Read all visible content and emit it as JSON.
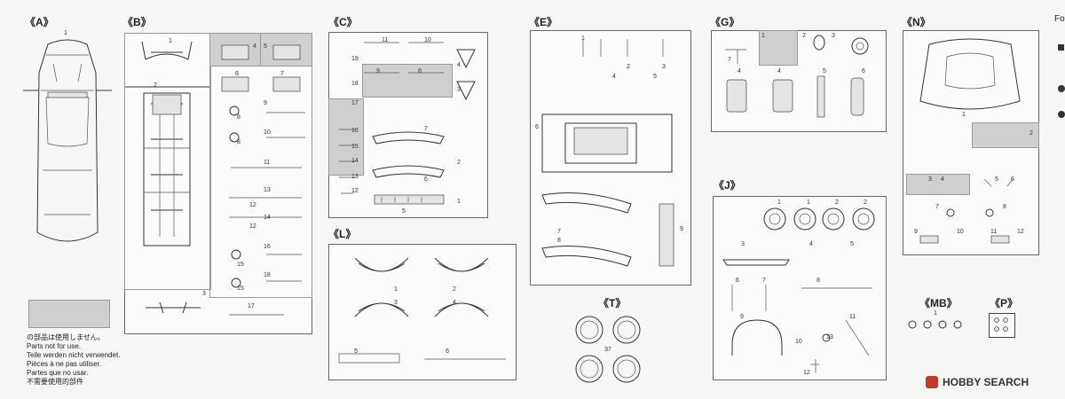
{
  "groups": {
    "A": {
      "label": "《A》",
      "parts": [
        "1"
      ]
    },
    "B": {
      "label": "《B》",
      "parts": [
        "1",
        "2",
        "3",
        "4",
        "5",
        "6",
        "7",
        "8",
        "8",
        "9",
        "10",
        "11",
        "12",
        "12",
        "13",
        "14",
        "15",
        "15",
        "16",
        "17",
        "18"
      ]
    },
    "C": {
      "label": "《C》",
      "parts": [
        "1",
        "2",
        "3",
        "4",
        "5",
        "6",
        "7",
        "8",
        "9",
        "10",
        "11",
        "12",
        "13",
        "14",
        "15",
        "16",
        "17",
        "18",
        "19"
      ]
    },
    "E": {
      "label": "《E》",
      "parts": [
        "1",
        "2",
        "3",
        "4",
        "5",
        "6",
        "7",
        "8",
        "9"
      ]
    },
    "G": {
      "label": "《G》",
      "parts": [
        "1",
        "2",
        "3",
        "4",
        "4",
        "5",
        "6",
        "7"
      ]
    },
    "N": {
      "label": "《N》",
      "parts": [
        "1",
        "2",
        "3",
        "4",
        "5",
        "6",
        "7",
        "8",
        "9",
        "10",
        "11",
        "12"
      ]
    },
    "J": {
      "label": "《J》",
      "parts": [
        "1",
        "1",
        "2",
        "2",
        "3",
        "4",
        "5",
        "6",
        "7",
        "8",
        "9",
        "10",
        "11",
        "12",
        "13"
      ]
    },
    "L": {
      "label": "《L》",
      "parts": [
        "1",
        "2",
        "3",
        "4",
        "5",
        "6"
      ]
    },
    "T": {
      "label": "《T》",
      "parts": [
        "37"
      ]
    },
    "MB": {
      "label": "《MB》",
      "parts": [
        "1"
      ]
    },
    "P": {
      "label": "《P》",
      "parts": []
    }
  },
  "notice": {
    "lines": [
      "の部品は使用しません。",
      "Parts not for use.",
      "Teile werden nicht verwendet.",
      "Pièces à ne pas utiliser.",
      "Partes que no usar.",
      "不需要使用的部件"
    ]
  },
  "legend_fragment": "Fo",
  "watermark": {
    "text": "HOBBY SEARCH"
  },
  "colors": {
    "unused_part": "#cfcfcf",
    "line": "#333333",
    "watermark_icon": "#c0392b"
  }
}
